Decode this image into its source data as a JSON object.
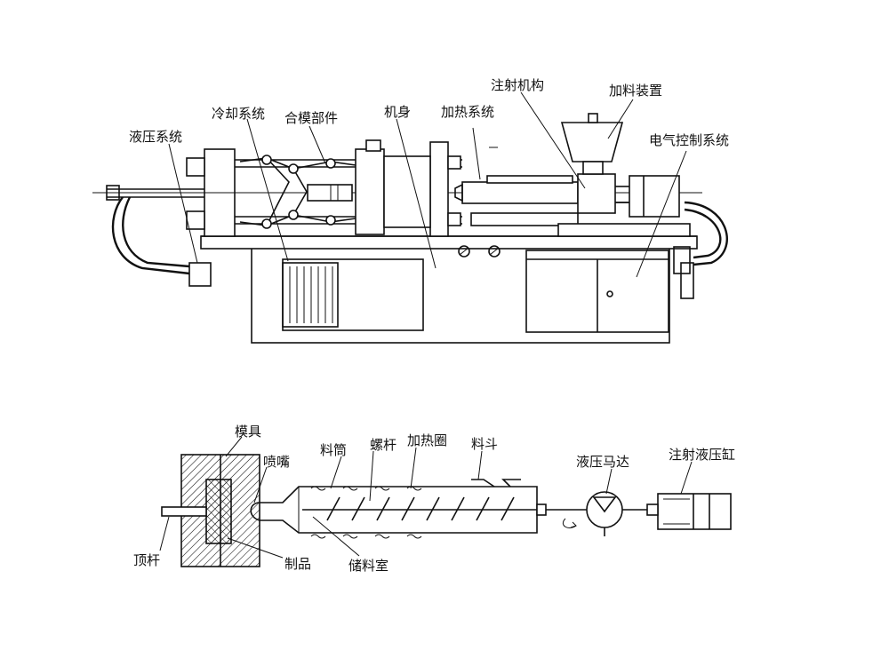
{
  "top": {
    "labels": {
      "hydraulic_system": "液压系统",
      "cooling_system": "冷却系统",
      "clamping_unit": "合模部件",
      "machine_body": "机身",
      "heating_system": "加热系统",
      "injection_mechanism": "注射机构",
      "feeding_device": "加料装置",
      "electrical_control": "电气控制系统"
    }
  },
  "bottom": {
    "labels": {
      "mold": "模具",
      "nozzle": "喷嘴",
      "barrel": "料筒",
      "screw": "螺杆",
      "heater_band": "加热圈",
      "hopper": "料斗",
      "hydraulic_motor": "液压马达",
      "injection_cylinder": "注射液压缸",
      "ejector_pin": "顶杆",
      "product": "制品",
      "storage_chamber": "储料室"
    }
  }
}
